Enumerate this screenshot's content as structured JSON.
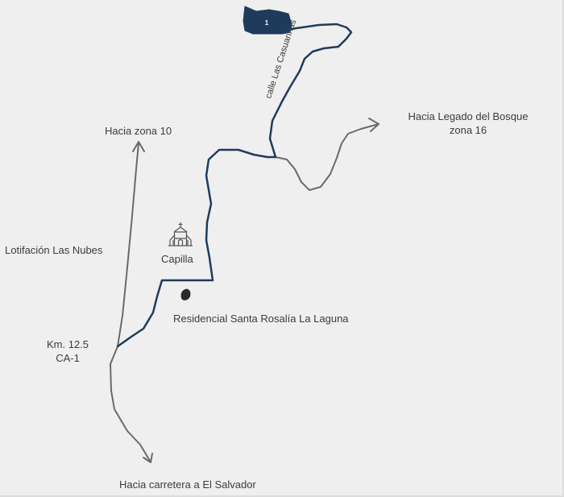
{
  "map": {
    "colors": {
      "background": "#efefef",
      "main_route": "#1f3b5c",
      "secondary_route": "#6a6a6a",
      "text": "#3c3c3c",
      "marker_text": "#ffffff"
    },
    "labels": {
      "zona10": "Hacia zona 10",
      "legado_line1": "Hacia Legado del Bosque",
      "legado_line2": "zona 16",
      "lotificacion": "Lotifación Las Nubes",
      "capilla": "Capilla",
      "residencial": "Residencial Santa Rosalía La Laguna",
      "km_line1": "Km. 12.5",
      "km_line2": "CA-1",
      "el_salvador": "Hacia carretera a El Salvador",
      "casuarinas": "calle Las Casuarinas",
      "marker_number": "1"
    },
    "icons": {
      "chapel": "chapel-icon",
      "destination": "destination-marker",
      "arrow": "arrow-head-icon"
    }
  }
}
